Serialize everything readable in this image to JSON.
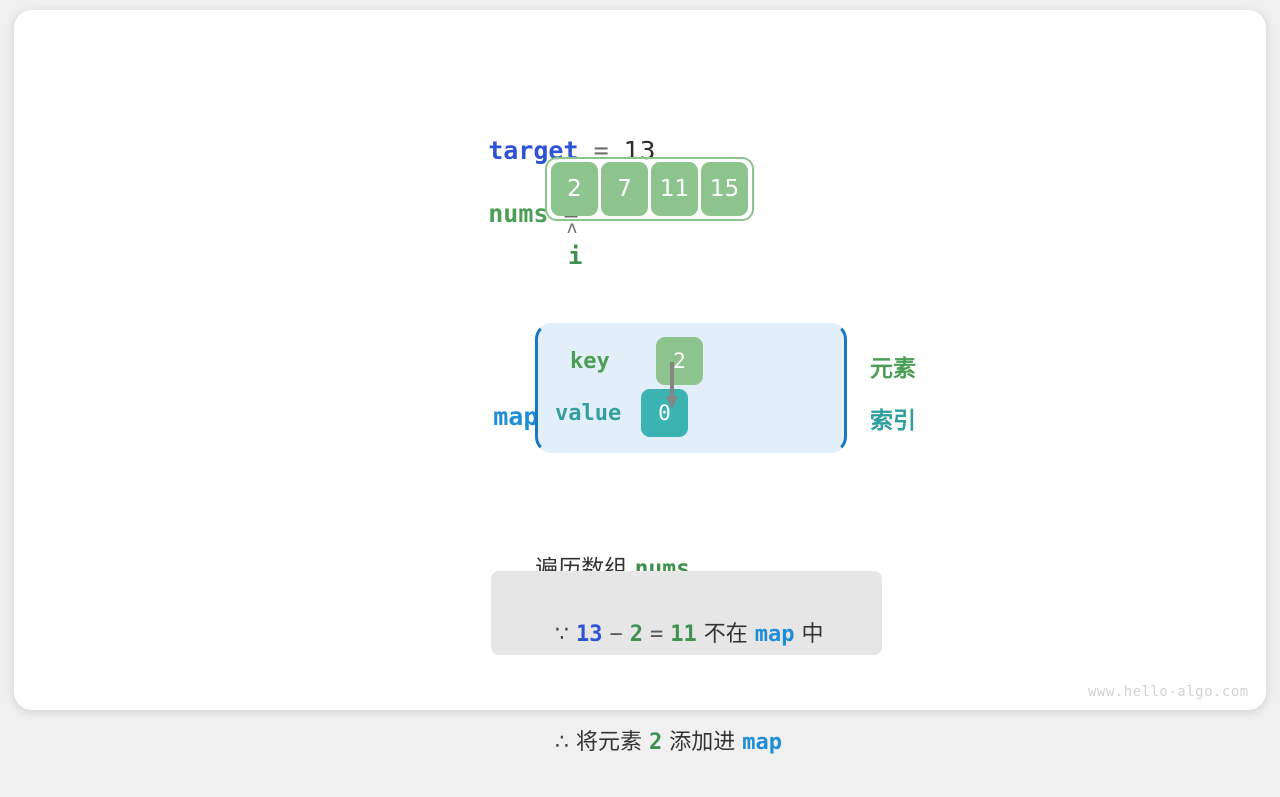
{
  "target_line": {
    "name": "target",
    "equals": "=",
    "value": "13"
  },
  "nums_line": {
    "name": "nums",
    "equals": "=",
    "cells": [
      "2",
      "7",
      "11",
      "15"
    ],
    "pointer_caret": "ʌ",
    "pointer_label": "i"
  },
  "map_section": {
    "name": "map",
    "equals": "=",
    "key_label": "key",
    "value_label": "value",
    "key_cell": "2",
    "value_cell": "0",
    "legend_element": "元素",
    "legend_index": "索引",
    "arrow": "arrow-down-icon"
  },
  "caption": {
    "prefix": "遍历数组 ",
    "code": "nums",
    "suffix": " ,"
  },
  "conclusion": {
    "line1": {
      "symbol": "∵",
      "a": "13",
      "minus": "−",
      "b": "2",
      "equals": "=",
      "result": "11",
      "text_mid": " 不在 ",
      "map": "map",
      "text_end": " 中"
    },
    "line2": {
      "symbol": "∴",
      "text_start": " 将元素 ",
      "value": "2",
      "text_mid": " 添加进 ",
      "map": "map"
    }
  },
  "watermark": "www.hello-algo.com",
  "colors": {
    "green": "#3f9150",
    "cell_green": "#8dc48d",
    "teal": "#3bb3b3",
    "blue": "#2f53d6",
    "cyan": "#1f8ed6",
    "map_fill": "#e3eff8",
    "map_border": "#1878c4",
    "box_gray": "#e6e6e6"
  }
}
